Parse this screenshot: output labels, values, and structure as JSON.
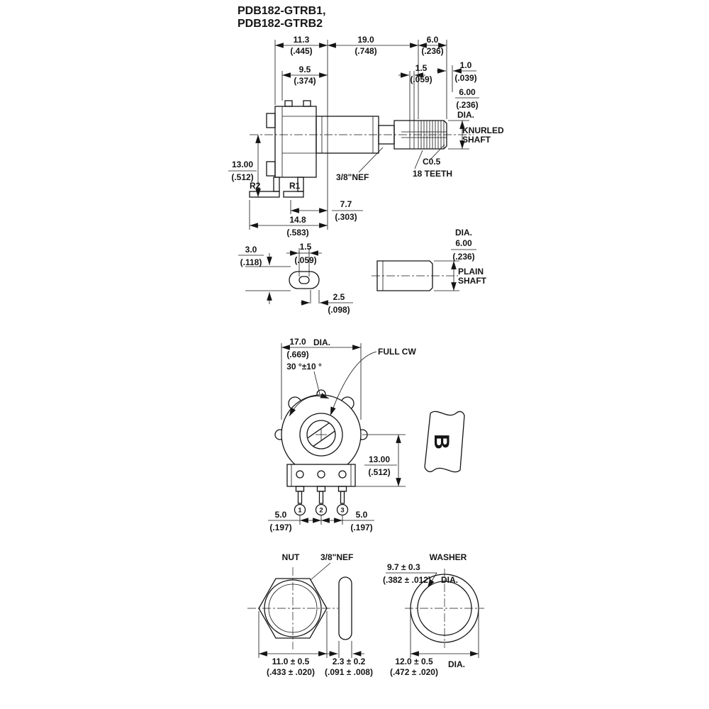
{
  "title": {
    "line1": "PDB182-GTRB1,",
    "line2": "PDB182-GTRB2"
  },
  "side_view": {
    "dim_bracket_width": {
      "mm": "11.3",
      "inch": "(.445)"
    },
    "dim_body_length": {
      "mm": "19.0",
      "inch": "(.748)"
    },
    "dim_knurl_length": {
      "mm": "6.0",
      "inch": "(.236)"
    },
    "dim_body_depth": {
      "mm": "9.5",
      "inch": "(.374)"
    },
    "dim_groove": {
      "mm": "1.5",
      "inch": "(.059)"
    },
    "dim_end": {
      "mm": "1.0",
      "inch": "(.039)"
    },
    "dim_shaft_dia": {
      "mm": "6.00",
      "inch": "(.236)",
      "suffix": "DIA."
    },
    "knurled_label_1": "KNURLED",
    "knurled_label_2": "SHAFT",
    "dim_height": {
      "mm": "13.00",
      "inch": "(.512)"
    },
    "r2": "R2",
    "r1": "R1",
    "thread_label": "3/8\"NEF",
    "chamfer_label": "C0.5",
    "teeth_label": "18 TEETH",
    "dim_leg": {
      "mm": "7.7",
      "inch": "(.303)"
    },
    "dim_total": {
      "mm": "14.8",
      "inch": "(.583)"
    }
  },
  "terminal_detail": {
    "dim_width": {
      "mm": "3.0",
      "inch": "(.118)"
    },
    "dim_slot": {
      "mm": "1.5",
      "inch": "(.059)"
    },
    "dim_thickness": {
      "mm": "2.5",
      "inch": "(.098)"
    }
  },
  "plain_shaft": {
    "dia_label": "DIA.",
    "dim": {
      "mm": "6.00",
      "inch": "(.236)"
    },
    "label_1": "PLAIN",
    "label_2": "SHAFT"
  },
  "front_view": {
    "dim_body_dia": {
      "mm": "17.0",
      "inch": "(.669)",
      "suffix": "DIA."
    },
    "full_cw_label": "FULL CW",
    "angle_label": "30 °±10 °",
    "dim_height": {
      "mm": "13.00",
      "inch": "(.512)"
    },
    "dim_pitch_left": {
      "mm": "5.0",
      "inch": "(.197)"
    },
    "dim_pitch_right": {
      "mm": "5.0",
      "inch": "(.197)"
    },
    "terminal_1": "1",
    "terminal_2": "2",
    "terminal_3": "3",
    "logo_letter": "B"
  },
  "nut_view": {
    "label": "NUT",
    "thread_label": "3/8\"NEF",
    "dim_across": {
      "mm": "11.0 ± 0.5",
      "inch": "(.433 ± .020)"
    },
    "dim_thickness": {
      "mm": "2.3 ± 0.2",
      "inch": "(.091 ± .008)"
    }
  },
  "washer_view": {
    "label": "WASHER",
    "dim_inner": {
      "mm": "9.7 ± 0.3",
      "inch": "(.382 ± .012)",
      "suffix": "DIA."
    },
    "dim_outer": {
      "mm": "12.0 ± 0.5",
      "inch": "(.472 ± .020)",
      "suffix": "DIA."
    }
  }
}
